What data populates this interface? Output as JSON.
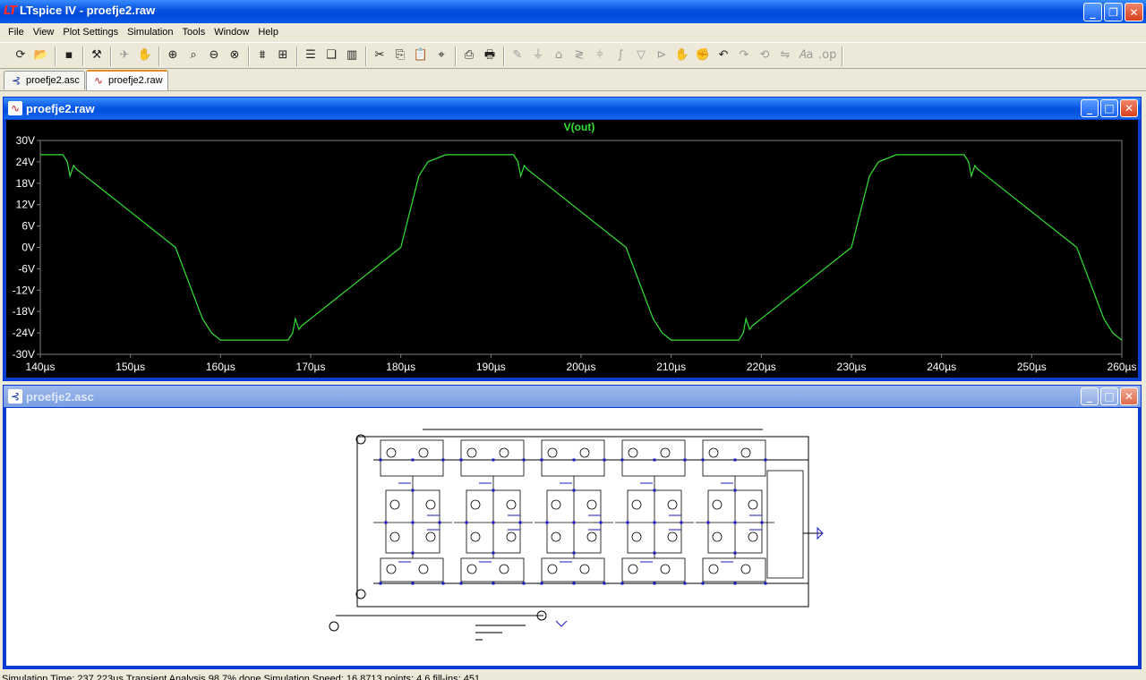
{
  "app": {
    "title": "LTspice IV - proefje2.raw",
    "icon": "ltspice-logo-icon"
  },
  "menu": [
    "File",
    "View",
    "Plot Settings",
    "Simulation",
    "Tools",
    "Window",
    "Help"
  ],
  "toolbar": {
    "icons": [
      "open-recent-icon",
      "open-folder-icon",
      "save-icon",
      "control-panel-icon",
      "run-icon",
      "halt-icon",
      "pan-icon",
      "zoom-in-icon",
      "zoom-area-icon",
      "zoom-out-icon",
      "zoom-cancel-icon",
      "autorange-icon",
      "zoom-extent-icon",
      "tile-horizontal-icon",
      "cascade-icon",
      "tile-vertical-icon",
      "cut-icon",
      "copy-icon",
      "paste-icon",
      "find-icon",
      "print-setup-icon",
      "print-icon",
      "wire-icon",
      "ground-icon",
      "label-net-icon",
      "resistor-icon",
      "capacitor-icon",
      "inductor-icon",
      "diode-icon",
      "component-icon",
      "move-icon",
      "drag-icon",
      "undo-icon",
      "redo-icon",
      "rotate-icon",
      "mirror-icon",
      "text-icon",
      "spice-directive-icon"
    ]
  },
  "tabs": [
    {
      "label": "proefje2.asc",
      "icon": "schematic-icon",
      "active": false
    },
    {
      "label": "proefje2.raw",
      "icon": "waveform-icon",
      "active": true
    }
  ],
  "plot_window": {
    "title": "proefje2.raw",
    "icon": "waveform-icon"
  },
  "schematic_window": {
    "title": "proefje2.asc",
    "icon": "schematic-icon"
  },
  "status": {
    "text": "Simulation Time: 237.223µs  Transient Analysis 98.7% done  Simulation Speed: 16.8713  points: 4,6  fill-ins: 451"
  },
  "colors": {
    "trace": "#33e033",
    "plot_bg": "#000000",
    "grid": "#808080"
  },
  "chart_data": {
    "type": "line",
    "series": [
      {
        "name": "V(out)",
        "x": [
          140,
          142.5,
          143,
          143.3,
          143.7,
          144,
          145,
          150,
          155,
          158,
          159,
          160,
          166,
          167.5,
          168,
          168.3,
          168.7,
          169,
          170,
          175,
          180,
          182,
          183,
          185,
          192.5,
          193,
          193.3,
          193.7,
          194,
          195,
          200,
          205,
          208,
          209,
          210,
          216,
          217.5,
          218,
          218.3,
          218.7,
          219,
          220,
          225,
          230,
          232,
          233,
          235,
          242.5,
          243,
          243.3,
          243.7,
          244,
          245,
          250,
          255,
          258,
          259,
          260
        ],
        "y": [
          26,
          26,
          24,
          20,
          23,
          22,
          20,
          10,
          0,
          -20,
          -24,
          -26,
          -26,
          -26,
          -24,
          -20,
          -23,
          -22,
          -20,
          -10,
          0,
          20,
          24,
          26,
          26,
          24,
          20,
          23,
          22,
          20,
          10,
          0,
          -20,
          -24,
          -26,
          -26,
          -26,
          -24,
          -20,
          -23,
          -22,
          -20,
          -10,
          0,
          20,
          24,
          26,
          26,
          24,
          20,
          23,
          22,
          20,
          10,
          0,
          -20,
          -24,
          -26
        ]
      }
    ],
    "x_ticks": [
      "140µs",
      "150µs",
      "160µs",
      "170µs",
      "180µs",
      "190µs",
      "200µs",
      "210µs",
      "220µs",
      "230µs",
      "240µs",
      "250µs",
      "260µs"
    ],
    "y_ticks": [
      "30V",
      "24V",
      "18V",
      "12V",
      "6V",
      "0V",
      "-6V",
      "-12V",
      "-18V",
      "-24V",
      "-30V"
    ],
    "xlim": [
      140,
      260
    ],
    "ylim": [
      -30,
      30
    ],
    "grid": false,
    "legend": "top-center"
  }
}
